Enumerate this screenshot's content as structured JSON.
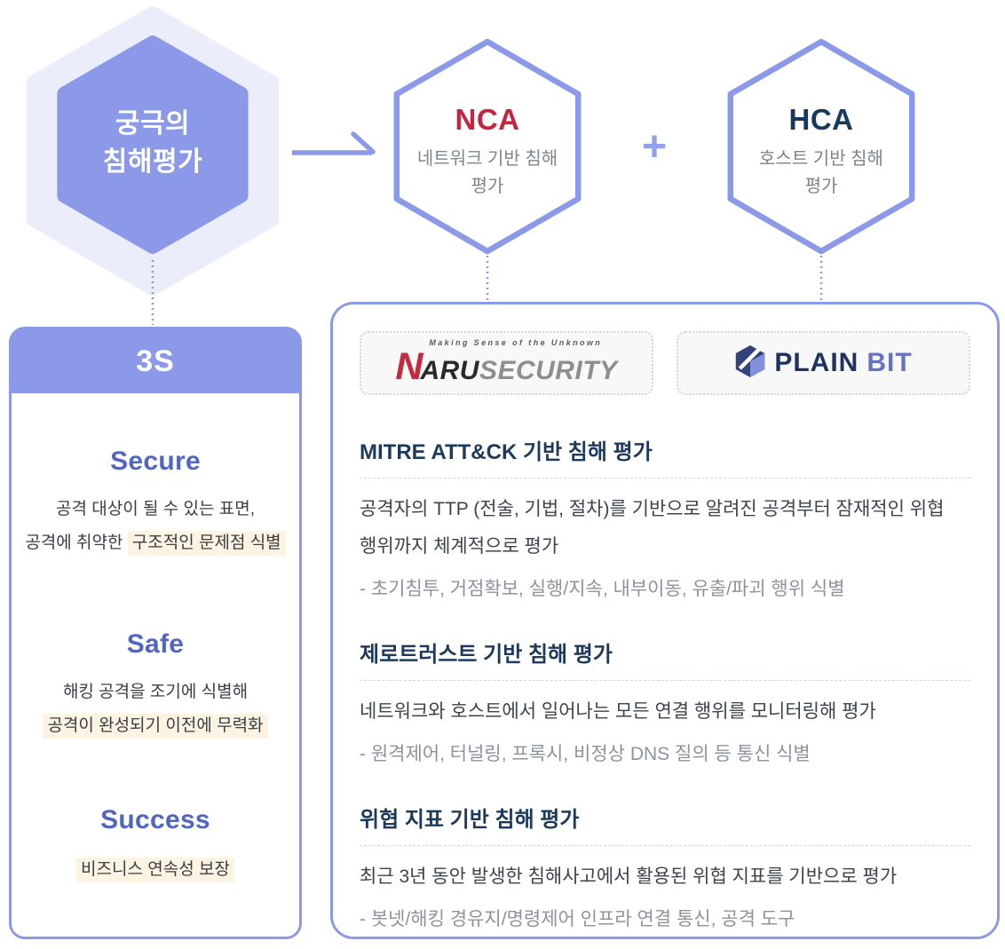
{
  "diagram": {
    "main_hex": {
      "line1": "궁극의",
      "line2": "침해평가"
    },
    "plus_sign": "+",
    "nca": {
      "title": "NCA",
      "subtitle": "네트워크 기반 침해 평가"
    },
    "hca": {
      "title": "HCA",
      "subtitle": "호스트 기반 침해 평가"
    },
    "colors": {
      "periwinkle": "#8b99e8",
      "outer_hex_light": "#ebedfa",
      "nca_red": "#c32640",
      "hca_navy": "#17395f",
      "section_title_navy": "#1d3a5c",
      "sss_blue": "#5166c1",
      "highlight_cream": "#fdf3e2"
    }
  },
  "left_panel": {
    "header": "3S",
    "secure": {
      "title": "Secure",
      "line1": "공격 대상이 될 수 있는 표면,",
      "line2_prefix": "공격에 취약한 ",
      "line2_highlight": "구조적인 문제점 식별"
    },
    "safe": {
      "title": "Safe",
      "line1": "해킹 공격을 조기에 식별해",
      "line2_highlight": "공격이 완성되기 이전에 무력화"
    },
    "success": {
      "title": "Success",
      "line1_highlight": "비즈니스 연속성 보장"
    }
  },
  "right_panel": {
    "logos": {
      "naru": {
        "tagline": "Making Sense of the Unknown",
        "n": "N",
        "aru": "ARU",
        "security": "SECURITY"
      },
      "plainbit": {
        "plain": "PLAIN",
        "bit": "BIT"
      }
    },
    "sections": [
      {
        "title": "MITRE ATT&CK 기반 침해 평가",
        "body": "공격자의 TTP (전술, 기법, 절차)를 기반으로 알려진 공격부터 잠재적인 위협 행위까지 체계적으로 평가",
        "bullet": "- 초기침투, 거점확보, 실행/지속, 내부이동, 유출/파괴 행위 식별"
      },
      {
        "title": "제로트러스트 기반 침해 평가",
        "body": "네트워크와 호스트에서 일어나는 모든 연결 행위를 모니터링해 평가",
        "bullet": "- 원격제어, 터널링, 프록시, 비정상 DNS 질의 등 통신 식별"
      },
      {
        "title": "위협 지표 기반 침해 평가",
        "body": "최근 3년 동안 발생한 침해사고에서 활용된 위협 지표를 기반으로 평가",
        "bullet": "- 봇넷/해킹 경유지/명령제어 인프라 연결 통신, 공격 도구"
      }
    ]
  }
}
